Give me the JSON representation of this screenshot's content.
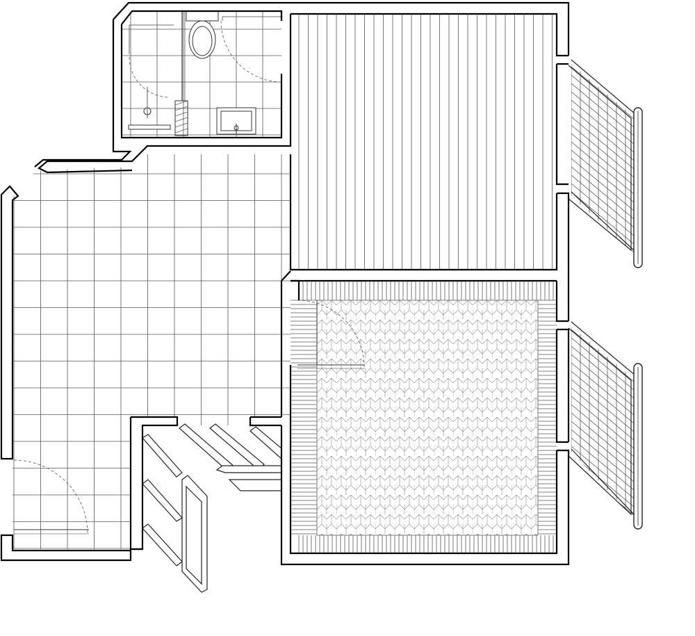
{
  "drawing": {
    "type": "floor-plan",
    "line_color": "#000000",
    "grid_color": "#999999",
    "background": "#ffffff",
    "rooms": [
      {
        "id": "bathroom",
        "floor": "square-tile",
        "fixtures": [
          "toilet",
          "shower",
          "vanity-sink"
        ]
      },
      {
        "id": "living-area",
        "floor": "square-tile"
      },
      {
        "id": "bedroom-1",
        "floor": "linear-plank"
      },
      {
        "id": "bedroom-2",
        "floor": "herringbone-parquet-with-plank-border"
      },
      {
        "id": "balcony-1",
        "floor": "open-grid"
      },
      {
        "id": "balcony-2",
        "floor": "open-grid"
      },
      {
        "id": "hall-cabinets",
        "floor": "none"
      }
    ],
    "doors": [
      "bathroom-door",
      "bedroom-2-door",
      "entry-door"
    ],
    "text_labels": []
  }
}
